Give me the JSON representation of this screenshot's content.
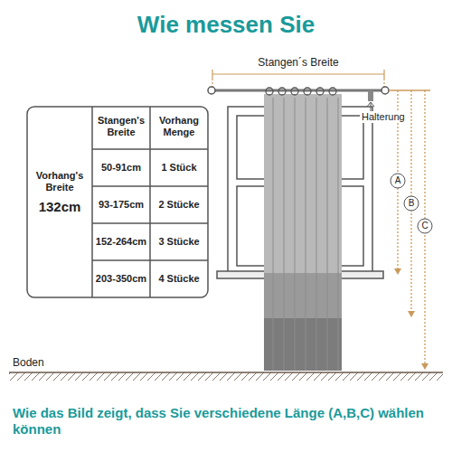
{
  "diagram": {
    "title": "Wie messen Sie",
    "caption": "Wie das Bild zeigt, dass Sie verschiedene Länge (A,B,C) wählen können",
    "labels": [
      "Vorhang's Breite",
      "132cm",
      "Stangen's Breite",
      "Vorhang Menge",
      "50-91cm",
      "1 Stück",
      "93-175cm",
      "2 Stücke",
      "152-264cm",
      "3 Stücke",
      "203-350cm",
      "4 Stücke",
      "Stangen´s Breite",
      "Halterung",
      "A",
      "B",
      "C",
      "Boden"
    ]
  }
}
